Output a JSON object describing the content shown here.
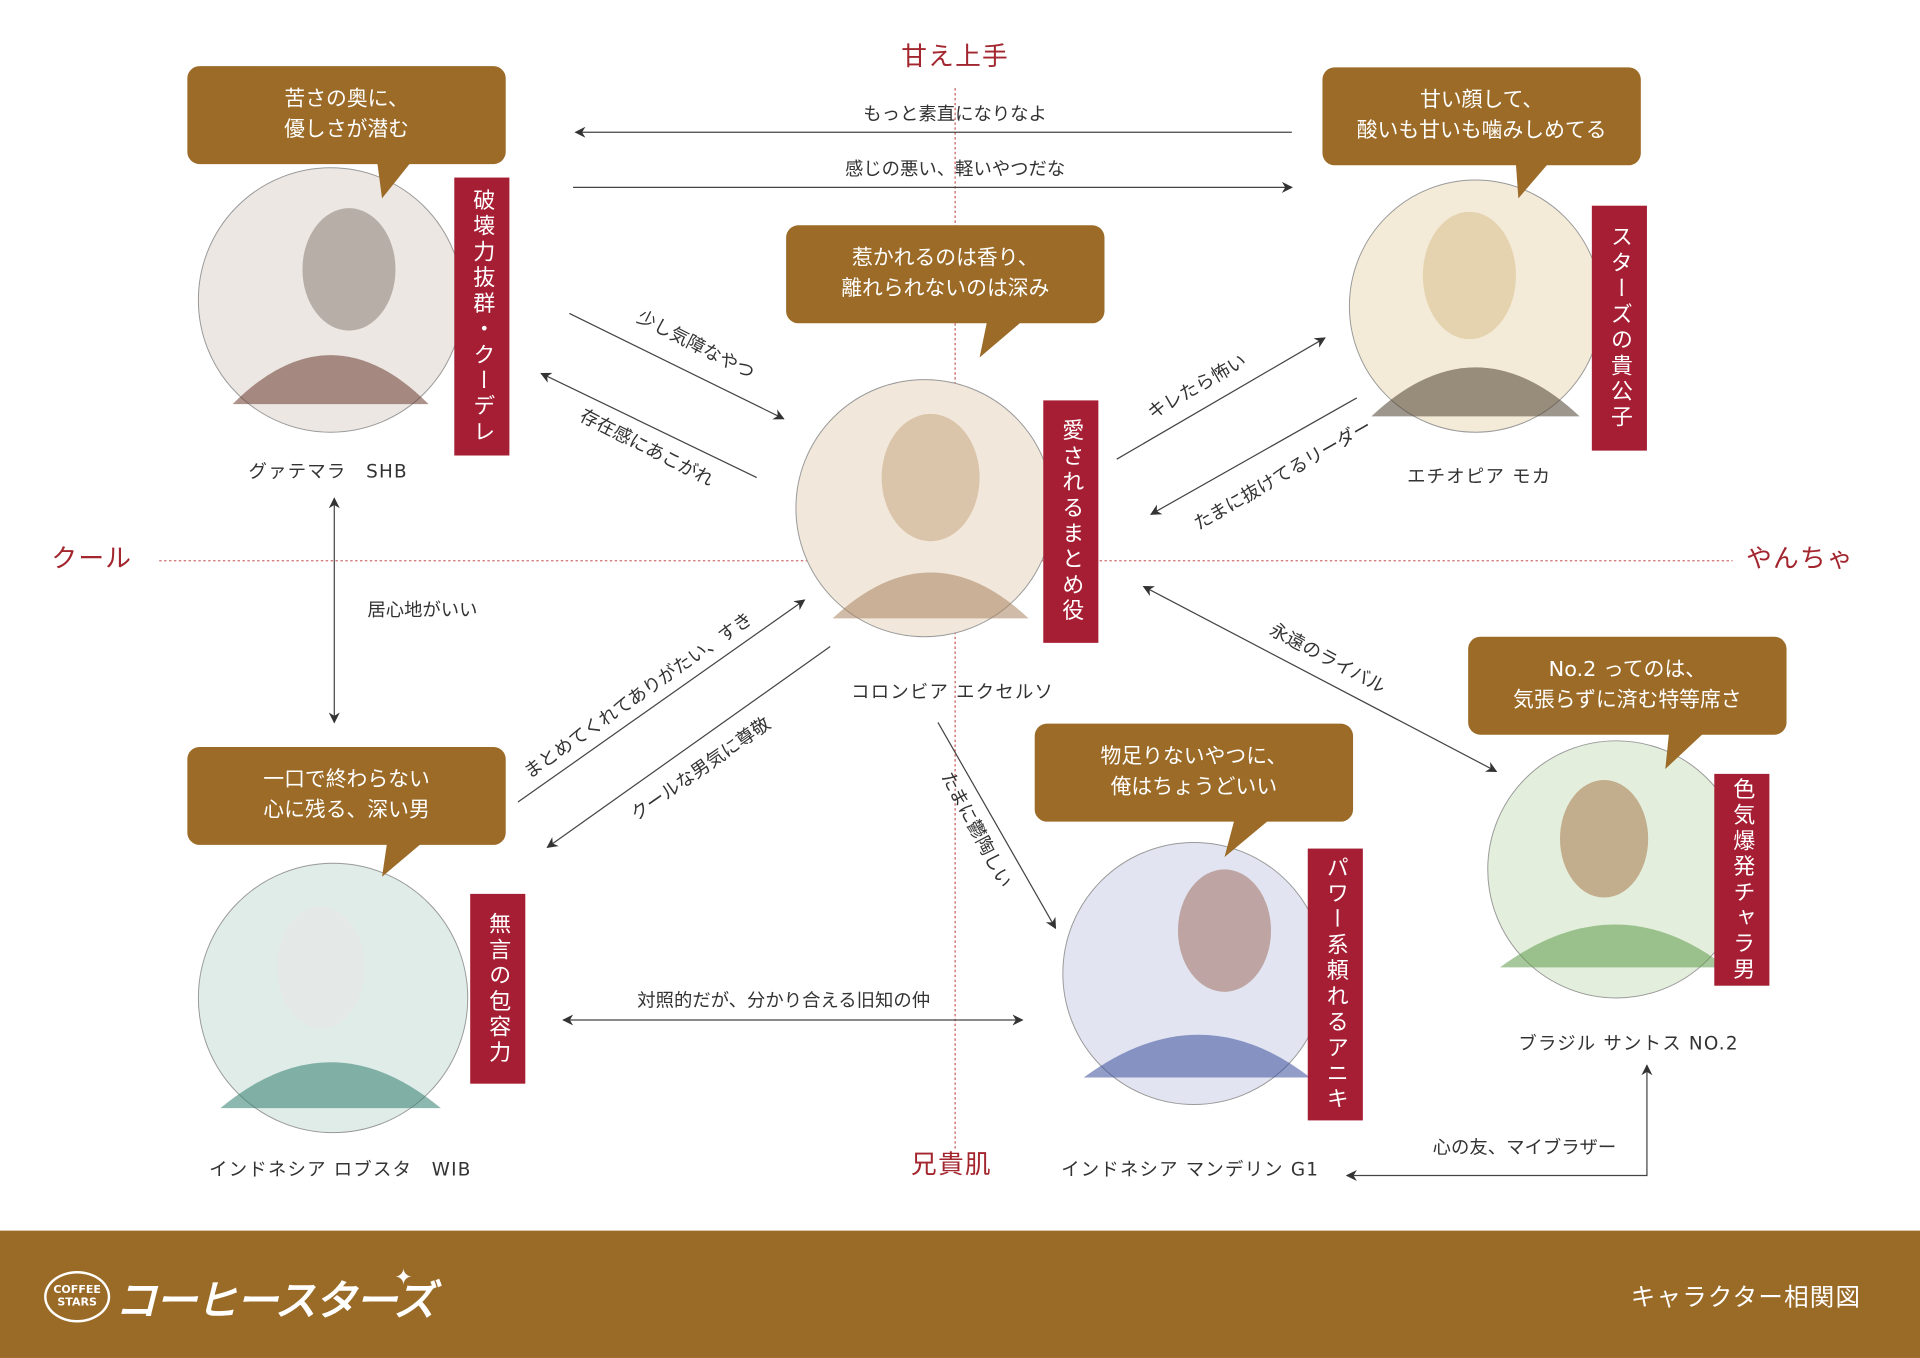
{
  "axes": {
    "top": "甘え上手",
    "bottom": "兄貴肌",
    "left": "クール",
    "right": "やんちゃ"
  },
  "characters": [
    {
      "id": "guatemala",
      "name": "グァテマラ　SHB",
      "bubble": [
        "苦さの奥に、",
        "優しさが潜む"
      ],
      "tag": "破壊力抜群・クーデレ",
      "palette": "#8c7f78"
    },
    {
      "id": "ethiopia",
      "name": "エチオピア モカ",
      "bubble": [
        "甘い顔して、",
        "酸いも甘いも噛みしめてる"
      ],
      "tag": "スターズの貴公子",
      "palette": "#d8c08e"
    },
    {
      "id": "colombia",
      "name": "コロンビア エクセルソ",
      "bubble": [
        "惹かれるのは香り、",
        "離れられないのは深み"
      ],
      "tag": "愛されるまとめ役",
      "palette": "#c9a983"
    },
    {
      "id": "robusta",
      "name": "インドネシア ロブスタ　WIB",
      "bubble": [
        "一口で終わらない",
        "心に残る、深い男"
      ],
      "tag": "無言の包容力",
      "palette": "#2f7d6e"
    },
    {
      "id": "mandheling",
      "name": "インドネシア マンデリン G1",
      "bubble": [
        "物足りないやつに、",
        "俺はちょうどいい"
      ],
      "tag": "パワー系頼れるアニキ",
      "palette": "#3b4f9a"
    },
    {
      "id": "brazil",
      "name": "ブラジル サントス NO.2",
      "bubble": [
        "No.2 ってのは、",
        "気張らずに済む特等席さ"
      ],
      "tag": "色気爆発チャラ男",
      "palette": "#5f9a4a"
    }
  ],
  "relations": [
    {
      "from": "ethiopia",
      "to": "guatemala",
      "label": "もっと素直になりなよ"
    },
    {
      "from": "guatemala",
      "to": "ethiopia",
      "label": "感じの悪い、軽いやつだな"
    },
    {
      "from": "guatemala",
      "to": "colombia",
      "label": "少し気障なやつ"
    },
    {
      "from": "colombia",
      "to": "guatemala",
      "label": "存在感にあこがれ"
    },
    {
      "from": "colombia",
      "to": "ethiopia",
      "label": "キレたら怖い"
    },
    {
      "from": "ethiopia",
      "to": "colombia",
      "label": "たまに抜けてるリーダー"
    },
    {
      "from": "guatemala",
      "to": "robusta",
      "label": "居心地がいい"
    },
    {
      "from": "robusta",
      "to": "colombia",
      "label": "まとめてくれてありがたい、すき"
    },
    {
      "from": "colombia",
      "to": "robusta",
      "label": "クールな男気に尊敬"
    },
    {
      "from": "colombia",
      "to": "brazil",
      "label": "永遠のライバル"
    },
    {
      "from": "colombia",
      "to": "mandheling",
      "label": "たまに鬱陶しい"
    },
    {
      "from": "robusta",
      "to": "mandheling",
      "label": "対照的だが、分かり合える旧知の仲"
    },
    {
      "from": "brazil",
      "to": "mandheling",
      "label": "心の友、マイブラザー"
    }
  ],
  "footer": {
    "logo_badge_top": "COFFEE",
    "logo_badge_bottom": "STARS",
    "logo_text": "コーヒースターズ",
    "title": "キャラクター相関図"
  },
  "colors": {
    "bubble": "#9b6b27",
    "tag": "#a61e33",
    "axis": "#a3262f",
    "footer": "#9a6a27"
  }
}
